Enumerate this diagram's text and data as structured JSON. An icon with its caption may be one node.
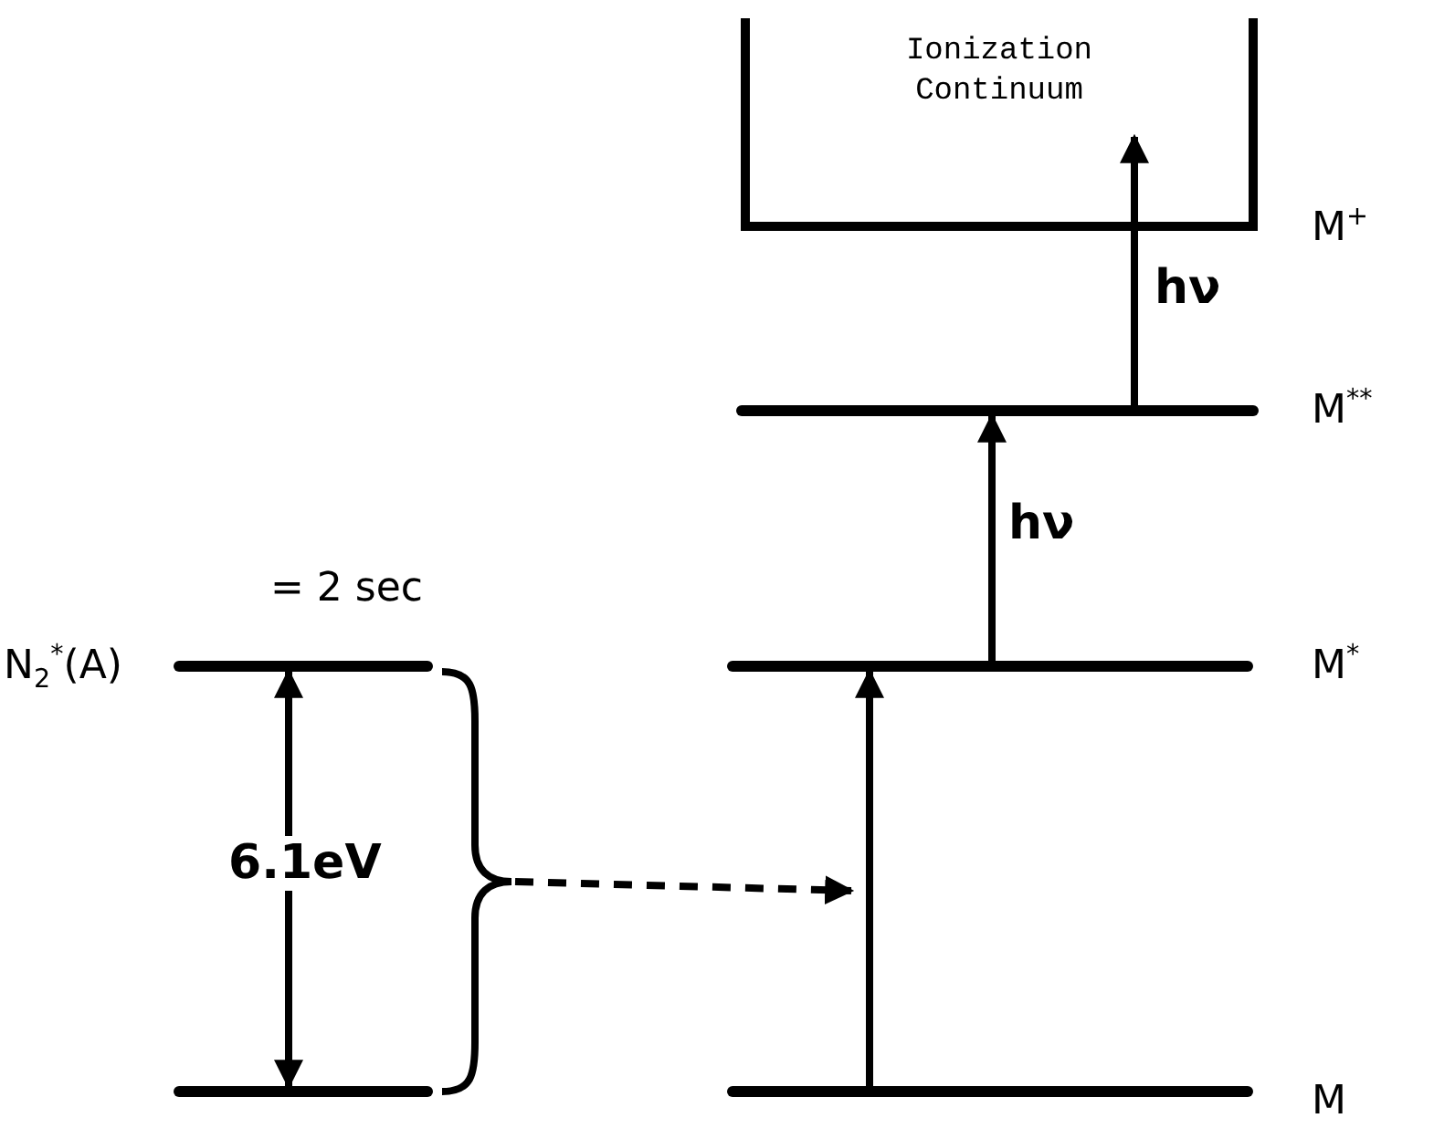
{
  "diagram": {
    "nodes": [
      {
        "text": [],
        "shape": "bar",
        "beside": [
          "N$_{2}$$^{*}$(A)",
          "= 2 sec"
        ]
      },
      {
        "text": [],
        "shape": "bar"
      },
      {
        "text": [],
        "shape": "brace"
      },
      {
        "text": [],
        "shape": "bar",
        "beside": [
          "M"
        ]
      },
      {
        "text": [],
        "shape": "bar",
        "beside": [
          "M$^{*}$"
        ]
      },
      {
        "text": [],
        "shape": "bar",
        "beside": [
          "M$^{**}$"
        ]
      },
      {
        "text": [
          "Ionization Continuum"
        ],
        "beside": [
          "M$^{+}$"
        ]
      }
    ],
    "edges": [
      {
        "from": 1,
        "to": 0,
        "arrow": "both",
        "label": "6.1eV"
      },
      {
        "from": 2,
        "to": null,
        "arrow": "to",
        "style": "dashed"
      },
      {
        "from": 3,
        "to": 4,
        "arrow": "to"
      },
      {
        "from": 4,
        "to": 5,
        "arrow": "to",
        "label": "hν"
      },
      {
        "from": 5,
        "to": 6,
        "arrow": "to",
        "label": "hν"
      }
    ]
  }
}
